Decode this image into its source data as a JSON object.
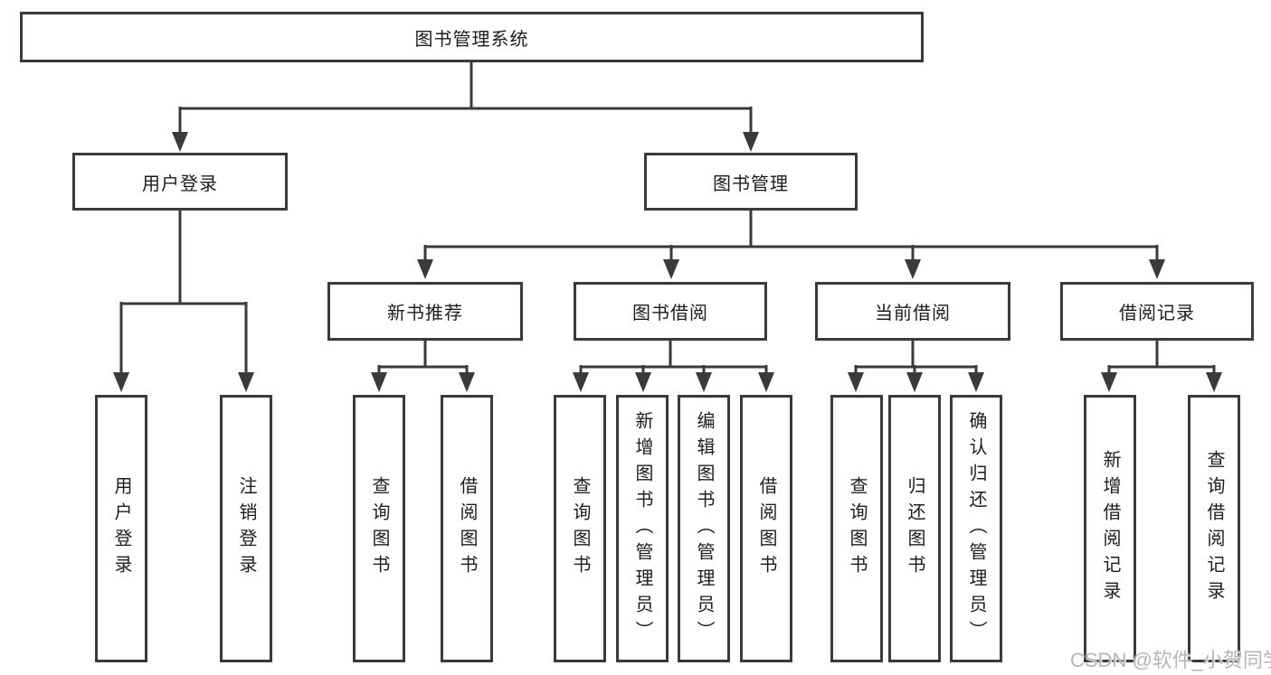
{
  "diagram": {
    "root": {
      "label": "图书管理系统"
    },
    "user_branch": {
      "label": "用户登录",
      "children": [
        "用户登录",
        "注销登录"
      ]
    },
    "mgmt_branch": {
      "label": "图书管理",
      "sections": [
        {
          "label": "新书推荐",
          "children": [
            "查询图书",
            "借阅图书"
          ]
        },
        {
          "label": "图书借阅",
          "children": [
            "查询图书",
            "新增图书（管理员）",
            "编辑图书（管理员）",
            "借阅图书"
          ]
        },
        {
          "label": "当前借阅",
          "children": [
            "查询图书",
            "归还图书",
            "确认归还（管理员）"
          ]
        },
        {
          "label": "借阅记录",
          "children": [
            "新增借阅记录",
            "查询借阅记录"
          ]
        }
      ]
    }
  },
  "watermark": {
    "text": "CSDN @软件_小贺同学"
  },
  "colors": {
    "line": "#3a3a3a",
    "box_border": "#3a3a3a",
    "box_fill": "#ffffff",
    "text": "#1d1d1d",
    "watermark": "#b5b5b5"
  }
}
